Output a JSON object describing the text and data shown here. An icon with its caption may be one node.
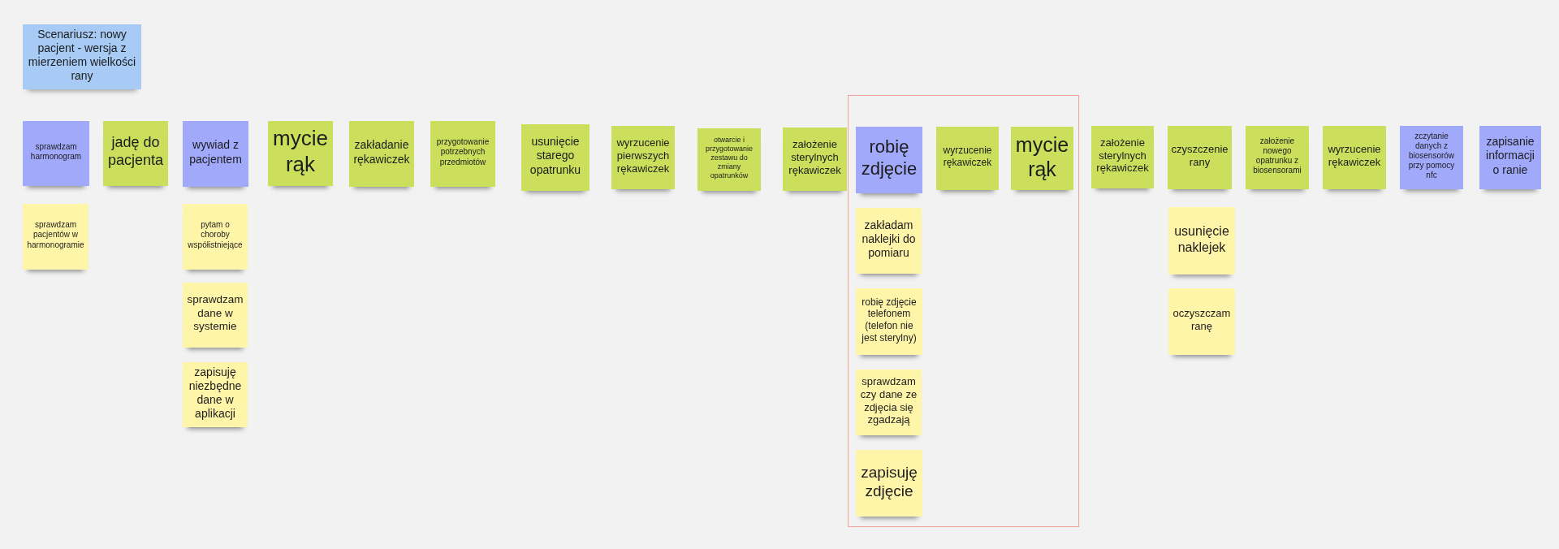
{
  "diagram": {
    "nodes": [
      {
        "text": [
          "Scenariusz: nowy pacjent - wersja z mierzeniem wielkości rany"
        ]
      },
      {
        "text": [
          "sprawdzam harmonogram"
        ]
      },
      {
        "text": [
          "sprawdzam pacjentów w harmonogramie"
        ]
      },
      {
        "text": [
          "jadę do pacjenta"
        ]
      },
      {
        "text": [
          "wywiad z pacjentem"
        ]
      },
      {
        "text": [
          "pytam o choroby współistniejące"
        ]
      },
      {
        "text": [
          "sprawdzam dane w systemie"
        ]
      },
      {
        "text": [
          "zapisuję niezbędne dane w aplikacji"
        ]
      },
      {
        "text": [
          "mycie rąk"
        ]
      },
      {
        "text": [
          "zakładanie rękawiczek"
        ]
      },
      {
        "text": [
          "przygotowanie potrzebnych przedmiotów"
        ]
      },
      {
        "text": [
          "usunięcie starego opatrunku"
        ]
      },
      {
        "text": [
          "wyrzucenie pierwszych rękawiczek"
        ]
      },
      {
        "text": [
          "otwarcie i przygotowanie zestawu do zmiany opatrunków"
        ]
      },
      {
        "text": [
          "założenie sterylnych rękawiczek"
        ]
      },
      {
        "text": [],
        "shape": "box"
      },
      {
        "text": [
          "robię zdjęcie"
        ],
        "in": 15
      },
      {
        "text": [
          "zakładam naklejki do pomiaru"
        ],
        "in": 15
      },
      {
        "text": [
          "robię zdjęcie telefonem (telefon nie jest sterylny)"
        ],
        "in": 15
      },
      {
        "text": [
          "sprawdzam czy dane ze zdjęcia się zgadzają"
        ],
        "in": 15
      },
      {
        "text": [
          "zapisuję zdjęcie"
        ],
        "in": 15
      },
      {
        "text": [
          "wyrzucenie rękawiczek"
        ],
        "in": 15
      },
      {
        "text": [
          "mycie rąk"
        ],
        "in": 15
      },
      {
        "text": [
          "założenie sterylnych rękawiczek"
        ]
      },
      {
        "text": [
          "czyszczenie rany"
        ]
      },
      {
        "text": [
          "usunięcie naklejek"
        ]
      },
      {
        "text": [
          "oczyszczam ranę"
        ]
      },
      {
        "text": [
          "założenie nowego opatrunku z biosensorami"
        ]
      },
      {
        "text": [
          "wyrzucenie rękawiczek"
        ]
      },
      {
        "text": [
          "zczytanie danych z biosensorów przy pomocy nfc"
        ]
      },
      {
        "text": [
          "zapisanie informacji o ranie"
        ]
      }
    ]
  }
}
